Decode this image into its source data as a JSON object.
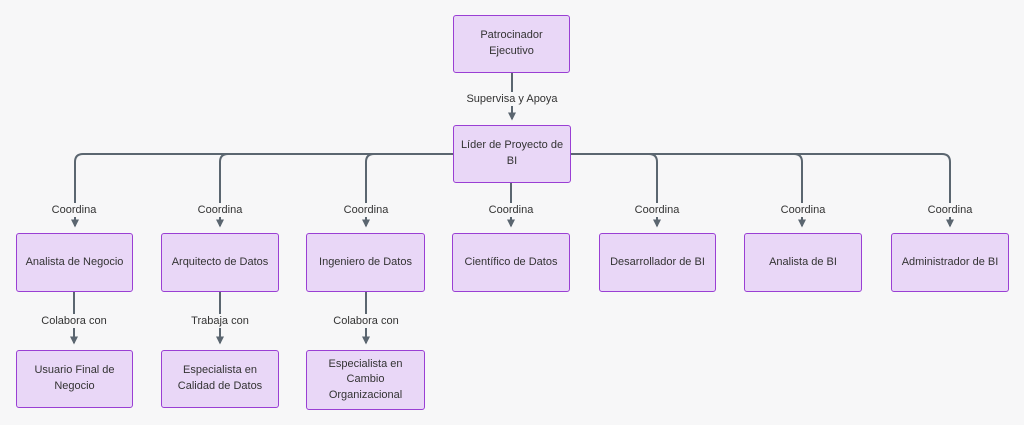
{
  "diagram": {
    "type": "org-flowchart",
    "background_color": "#f7f7f8",
    "node_fill_color": "#e9d7f7",
    "node_border_color": "#9a3fd4",
    "edge_line_color": "#5b6670",
    "text_color": "#333333",
    "nodes": [
      {
        "id": "patrocinador-ejecutivo",
        "label": "Patrocinador Ejecutivo"
      },
      {
        "id": "lider-proyecto-bi",
        "label": "Líder de Proyecto de BI"
      },
      {
        "id": "analista-negocio",
        "label": "Analista de Negocio"
      },
      {
        "id": "arquitecto-datos",
        "label": "Arquitecto de Datos"
      },
      {
        "id": "ingeniero-datos",
        "label": "Ingeniero de Datos"
      },
      {
        "id": "cientifico-datos",
        "label": "Científico de Datos"
      },
      {
        "id": "desarrollador-bi",
        "label": "Desarrollador de BI"
      },
      {
        "id": "analista-bi",
        "label": "Analista de BI"
      },
      {
        "id": "administrador-bi",
        "label": "Administrador de BI"
      },
      {
        "id": "usuario-final-negocio",
        "label": "Usuario Final de Negocio"
      },
      {
        "id": "especialista-calidad-datos",
        "label": "Especialista en Calidad de Datos"
      },
      {
        "id": "especialista-cambio-organizacional",
        "label": "Especialista en Cambio Organizacional"
      }
    ],
    "edge_labels": [
      {
        "id": "supervisa-y-apoya",
        "label": "Supervisa y Apoya"
      },
      {
        "id": "coordina-1",
        "label": "Coordina"
      },
      {
        "id": "coordina-2",
        "label": "Coordina"
      },
      {
        "id": "coordina-3",
        "label": "Coordina"
      },
      {
        "id": "coordina-4",
        "label": "Coordina"
      },
      {
        "id": "coordina-5",
        "label": "Coordina"
      },
      {
        "id": "coordina-6",
        "label": "Coordina"
      },
      {
        "id": "coordina-7",
        "label": "Coordina"
      },
      {
        "id": "colabora-con-1",
        "label": "Colabora con"
      },
      {
        "id": "trabaja-con",
        "label": "Trabaja con"
      },
      {
        "id": "colabora-con-2",
        "label": "Colabora con"
      }
    ]
  }
}
